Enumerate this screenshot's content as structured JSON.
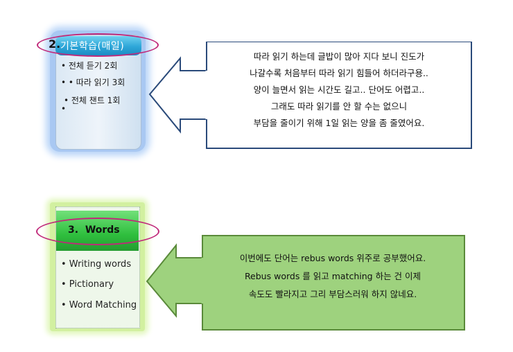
{
  "section1": {
    "number": "2.",
    "title": "기본학습(매일)",
    "items": [
      "• 전체 듣기 2회",
      "• • 따라 읽기 3회",
      "• 전체 챈트 1회",
      "•"
    ],
    "callout_lines": [
      "따라 읽기 하는데 글밥이 많아 지다 보니 진도가",
      "나갈수록 처음부터 따라 읽기 힘들어 하더라구용..",
      "양이 늘면서 읽는 시간도 길고.. 단어도 어렵고..",
      "그래도 따라 읽기를 안 할 수는 없으니",
      "부담을 줄이기 위해 1일 읽는 양을 좀 줄였어요."
    ],
    "colors": {
      "callout_fill": "#ffffff",
      "callout_border": "#2a4a7a",
      "header": "#2ea6d8"
    }
  },
  "section2": {
    "number": "3.",
    "title": "Words",
    "items": [
      "• Writing words",
      "• Pictionary",
      "• Word Matching"
    ],
    "callout_lines": [
      "이번에도 단어는 rebus words 위주로 공부했어요.",
      "Rebus words 를 읽고 matching 하는 건 이제",
      "속도도 빨라지고 그리 부담스러워 하지 않네요."
    ],
    "colors": {
      "callout_fill": "#9ed27e",
      "callout_border": "#5a8a3a",
      "header": "#2fbf3e"
    }
  }
}
